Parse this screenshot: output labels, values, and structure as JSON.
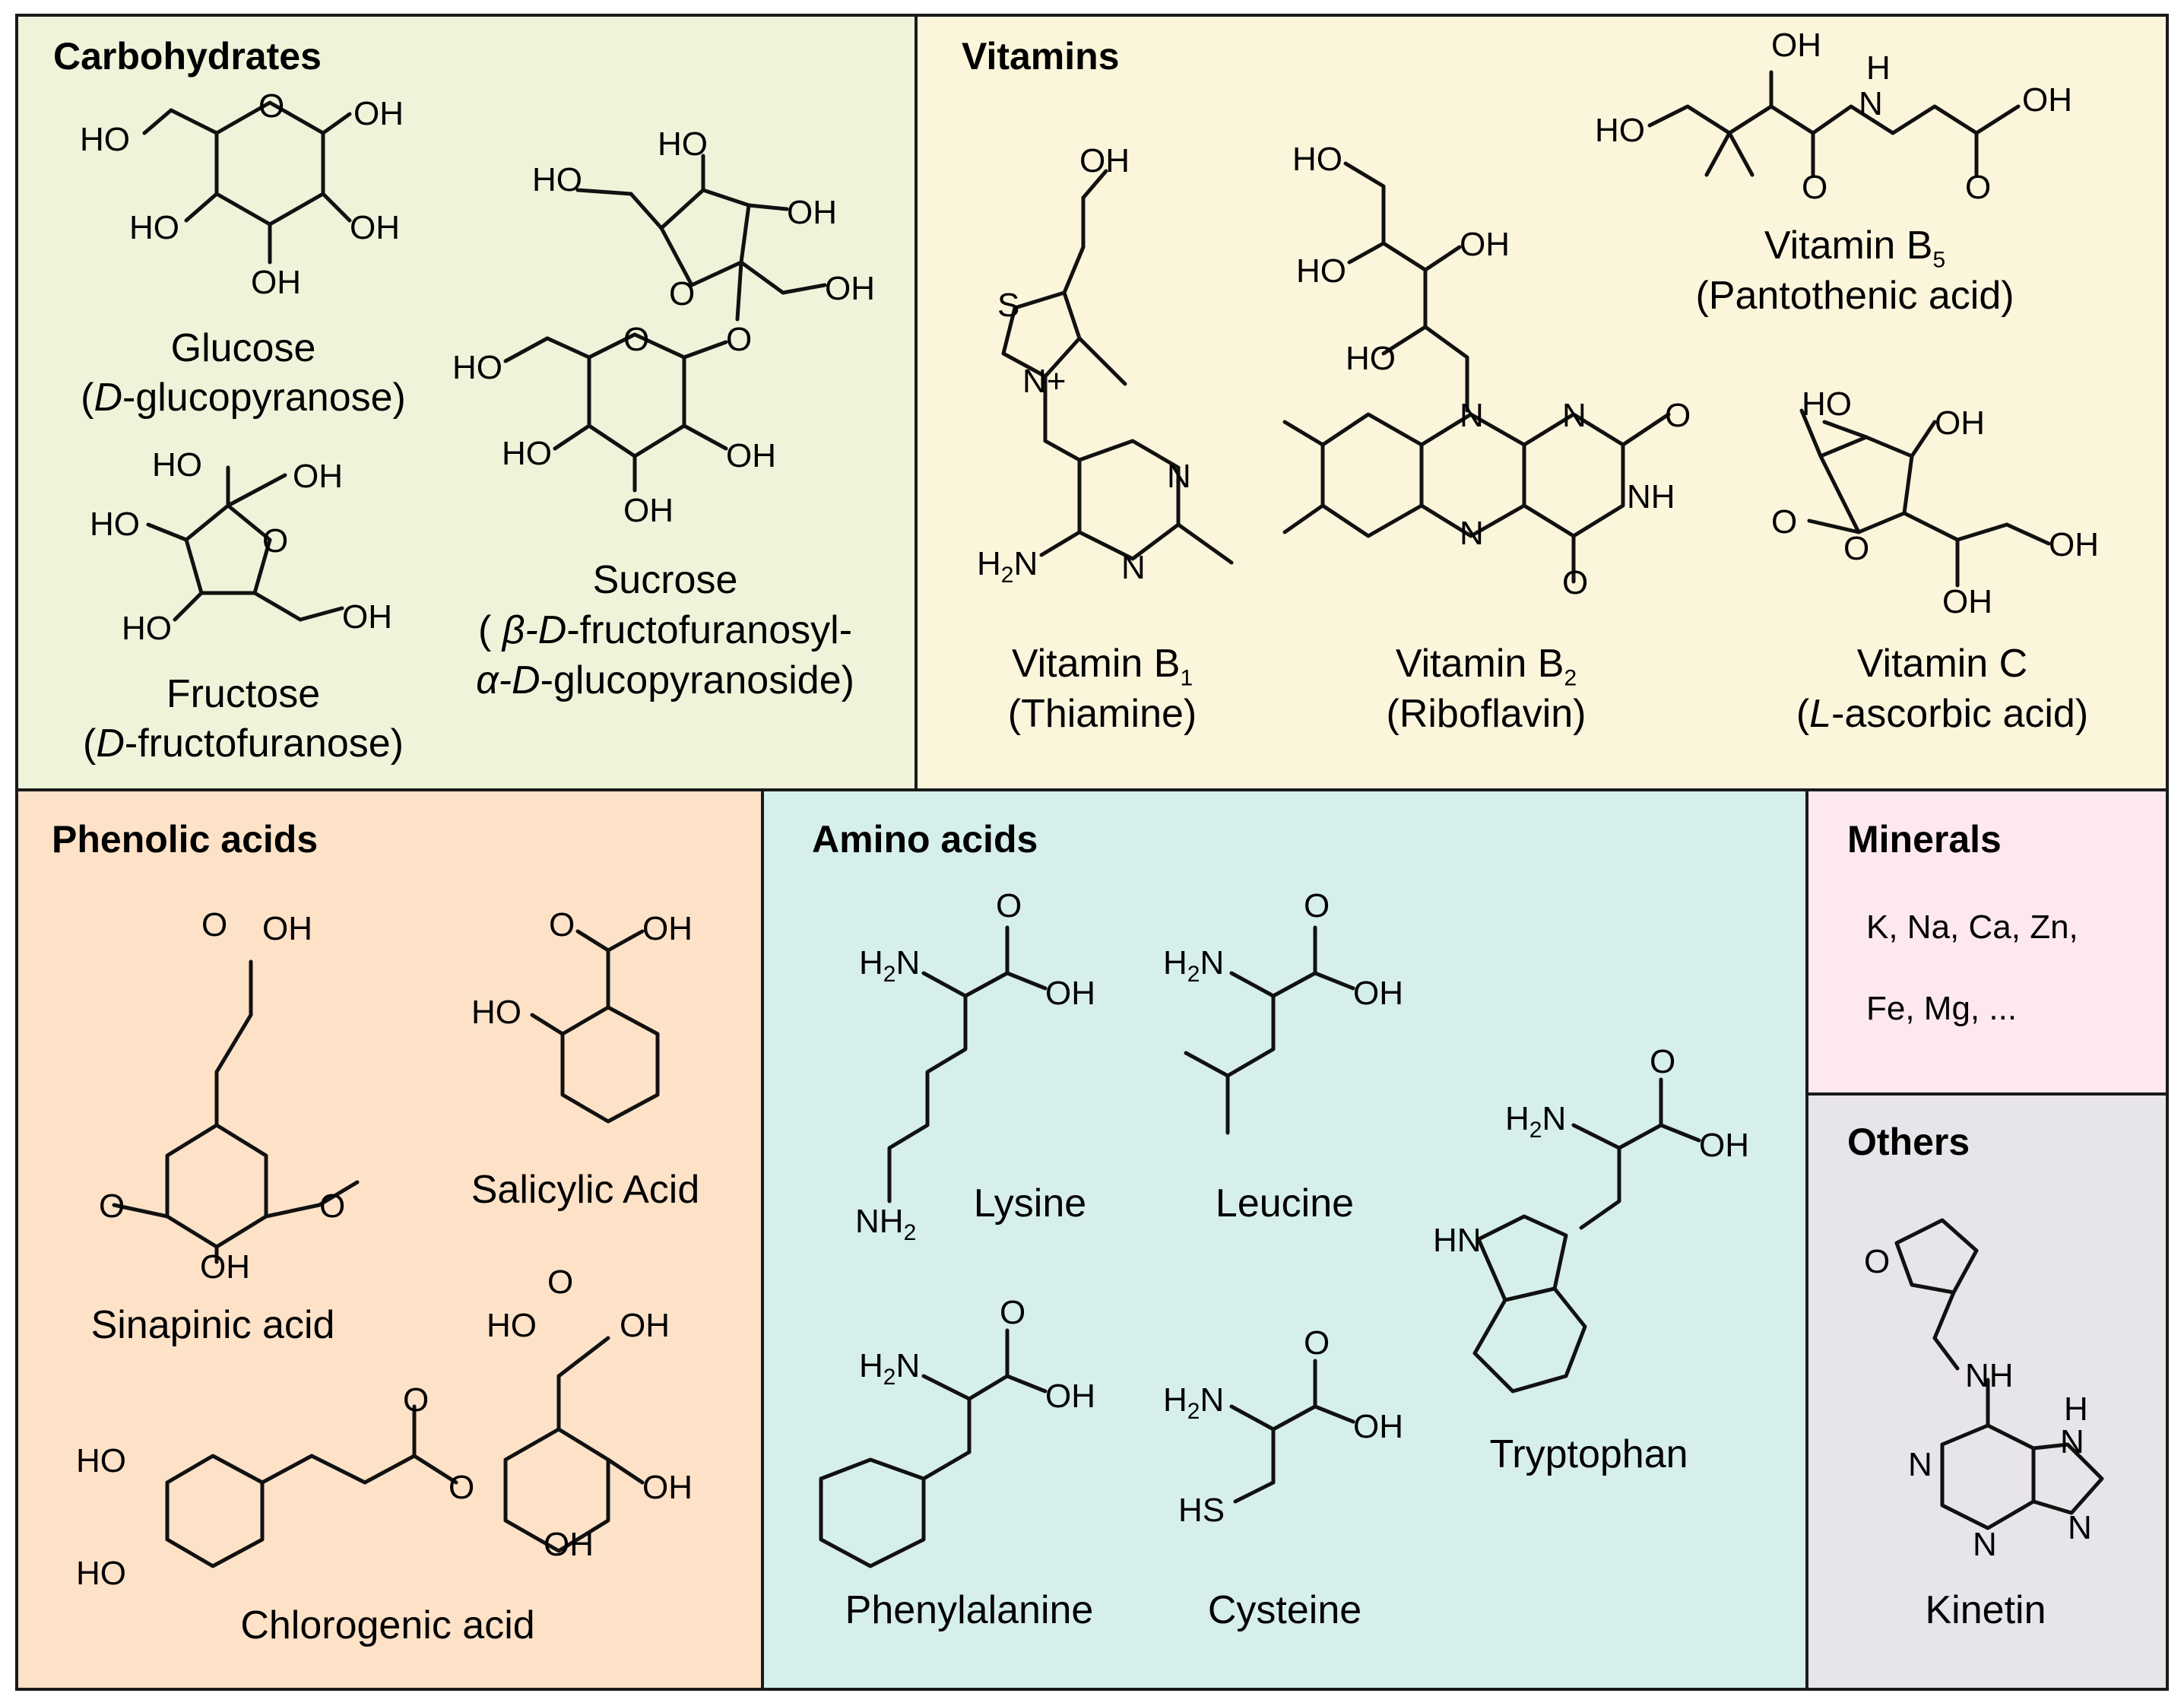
{
  "panels": {
    "carbohydrates": {
      "title": "Carbohydrates",
      "glucose": {
        "name": "Glucose",
        "iupac_pre": "(",
        "iupac_italic": "D",
        "iupac_post": "-glucopyranose)"
      },
      "fructose": {
        "name": "Fructose",
        "iupac_pre": "(",
        "iupac_italic": "D",
        "iupac_post": "-fructofuranose)"
      },
      "sucrose": {
        "name": "Sucrose",
        "line1_pre": "( ",
        "line1_italic": "β-D",
        "line1_post": "-fructofuranosyl-",
        "line2_italic": "α-D",
        "line2_post": "-glucopyranoside)"
      }
    },
    "vitamins": {
      "title": "Vitamins",
      "b1": {
        "name_main": "Vitamin B",
        "name_sub": "1",
        "common": "(Thiamine)"
      },
      "b2": {
        "name_main": "Vitamin B",
        "name_sub": "2",
        "common": "(Riboflavin)"
      },
      "b5": {
        "name_main": "Vitamin B",
        "name_sub": "5",
        "common": "(Pantothenic acid)"
      },
      "c": {
        "name": "Vitamin C",
        "common_pre": "(",
        "common_italic": "L",
        "common_post": "-ascorbic acid)"
      }
    },
    "phenolic_acids": {
      "title": "Phenolic acids",
      "sinapinic": "Sinapinic acid",
      "salicylic": "Salicylic Acid",
      "chlorogenic": "Chlorogenic acid"
    },
    "amino_acids": {
      "title": "Amino acids",
      "lysine": "Lysine",
      "leucine": "Leucine",
      "tryptophan": "Tryptophan",
      "phenylalanine": "Phenylalanine",
      "cysteine": "Cysteine"
    },
    "minerals": {
      "title": "Minerals",
      "line1": "K, Na, Ca, Zn,",
      "line2": "Fe, Mg, ..."
    },
    "others": {
      "title": "Others",
      "kinetin": "Kinetin"
    }
  },
  "atom_labels": {
    "oh": "OH",
    "ho": "HO",
    "o": "O",
    "n": "N",
    "nh": "NH",
    "hn": "HN",
    "s": "S",
    "hs": "HS",
    "h2n": "H2N",
    "nh2": "NH2",
    "n_plus": "N+",
    "h": "H"
  },
  "colors": {
    "carbohydrates": "#eef3da",
    "vitamins": "#fbf5dc",
    "phenolic_acids": "#fde2c8",
    "amino_acids": "#d6efeb",
    "minerals": "#fde8f0",
    "others": "#e8e5ea",
    "border": "#1a1a1a"
  }
}
